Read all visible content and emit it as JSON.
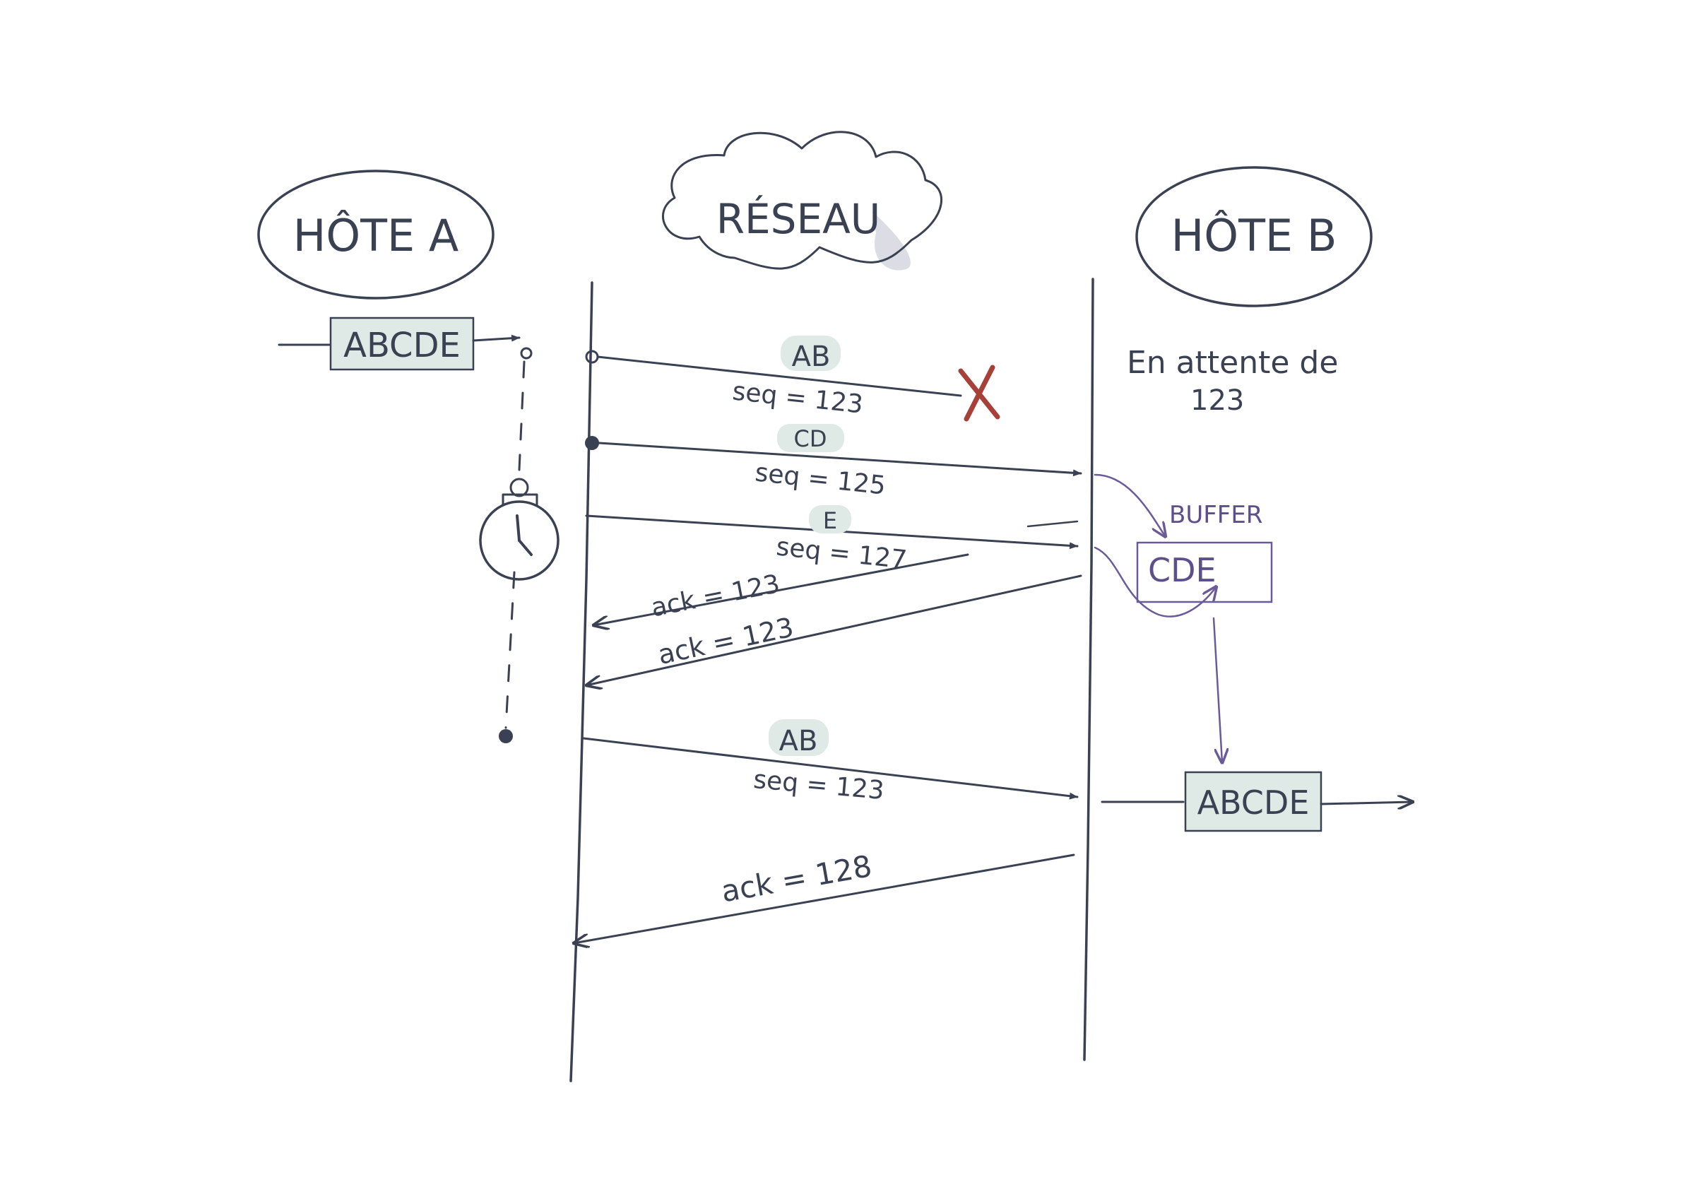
{
  "nodes": {
    "host_a": "HÔTE A",
    "network": "RÉSEAU",
    "host_b": "HÔTE B"
  },
  "data_in": "ABCDE",
  "data_out": "ABCDE",
  "waiting_note": [
    "En attente de",
    "123"
  ],
  "buffer_label": "BUFFER",
  "buffer_content": "CDE",
  "messages": [
    {
      "payload": "AB",
      "seq": "seq = 123"
    },
    {
      "payload": "CD",
      "seq": "seq = 125"
    },
    {
      "payload": "E",
      "seq": "seq = 127"
    },
    {
      "ack": "ack = 123"
    },
    {
      "ack": "ack = 123"
    },
    {
      "payload": "AB",
      "seq": "seq = 123"
    },
    {
      "ack": "ack = 128"
    }
  ],
  "icons": [
    "lost-packet-x-icon",
    "timer-clock-icon"
  ],
  "colors": {
    "ink": "#3a4152",
    "highlight": "#dfe9e5",
    "cloud_shade": "#dcdde4",
    "lost": "#a8403a",
    "buffer_ink": "#6a5a9a"
  }
}
